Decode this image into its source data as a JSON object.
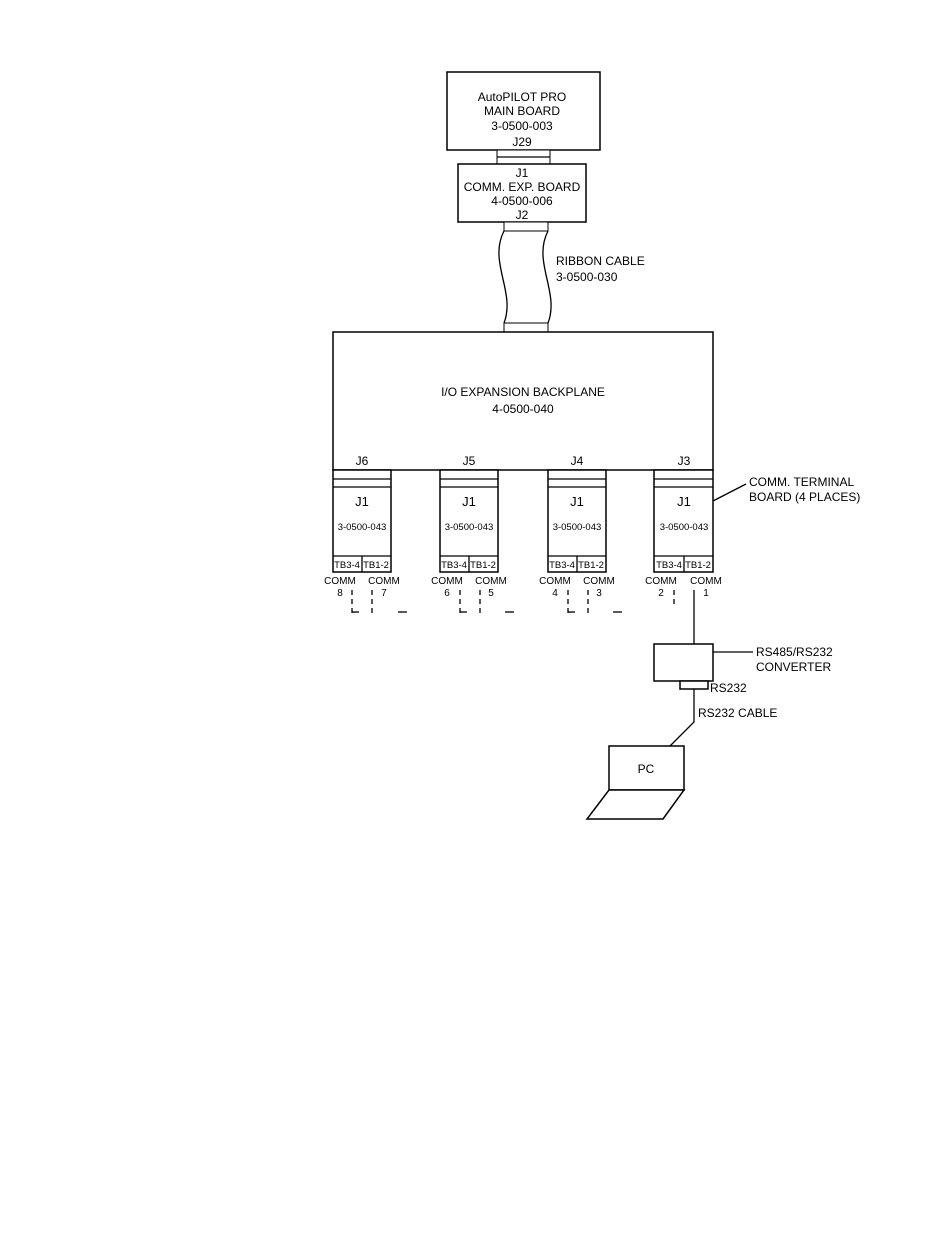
{
  "main_board": {
    "title": "AutoPILOT PRO",
    "subtitle": "MAIN BOARD",
    "part": "3-0500-003",
    "connector": "J29"
  },
  "comm_exp_board": {
    "connector_top": "J1",
    "title": "COMM. EXP. BOARD",
    "part": "4-0500-006",
    "connector_bottom": "J2"
  },
  "ribbon_cable": {
    "label": "RIBBON CABLE",
    "part": "3-0500-030"
  },
  "backplane": {
    "title": "I/O EXPANSION BACKPLANE",
    "part": "4-0500-040"
  },
  "terminal_boards": [
    {
      "slot": "J6",
      "connector": "J1",
      "part": "3-0500-043",
      "tb_left": "TB3-4",
      "tb_right": "TB1-2",
      "comm_left": "COMM",
      "comm_left_num": "8",
      "comm_right": "COMM",
      "comm_right_num": "7"
    },
    {
      "slot": "J5",
      "connector": "J1",
      "part": "3-0500-043",
      "tb_left": "TB3-4",
      "tb_right": "TB1-2",
      "comm_left": "COMM",
      "comm_left_num": "6",
      "comm_right": "COMM",
      "comm_right_num": "5"
    },
    {
      "slot": "J4",
      "connector": "J1",
      "part": "3-0500-043",
      "tb_left": "TB3-4",
      "tb_right": "TB1-2",
      "comm_left": "COMM",
      "comm_left_num": "4",
      "comm_right": "COMM",
      "comm_right_num": "3"
    },
    {
      "slot": "J3",
      "connector": "J1",
      "part": "3-0500-043",
      "tb_left": "TB3-4",
      "tb_right": "TB1-2",
      "comm_left": "COMM",
      "comm_left_num": "2",
      "comm_right": "COMM",
      "comm_right_num": "1"
    }
  ],
  "terminal_callout": {
    "line1": "COMM. TERMINAL",
    "line2": "BOARD (4 PLACES)"
  },
  "converter": {
    "line1": "RS485/RS232",
    "line2": "CONVERTER",
    "port": "RS232"
  },
  "rs232_cable": "RS232 CABLE",
  "pc": "PC"
}
